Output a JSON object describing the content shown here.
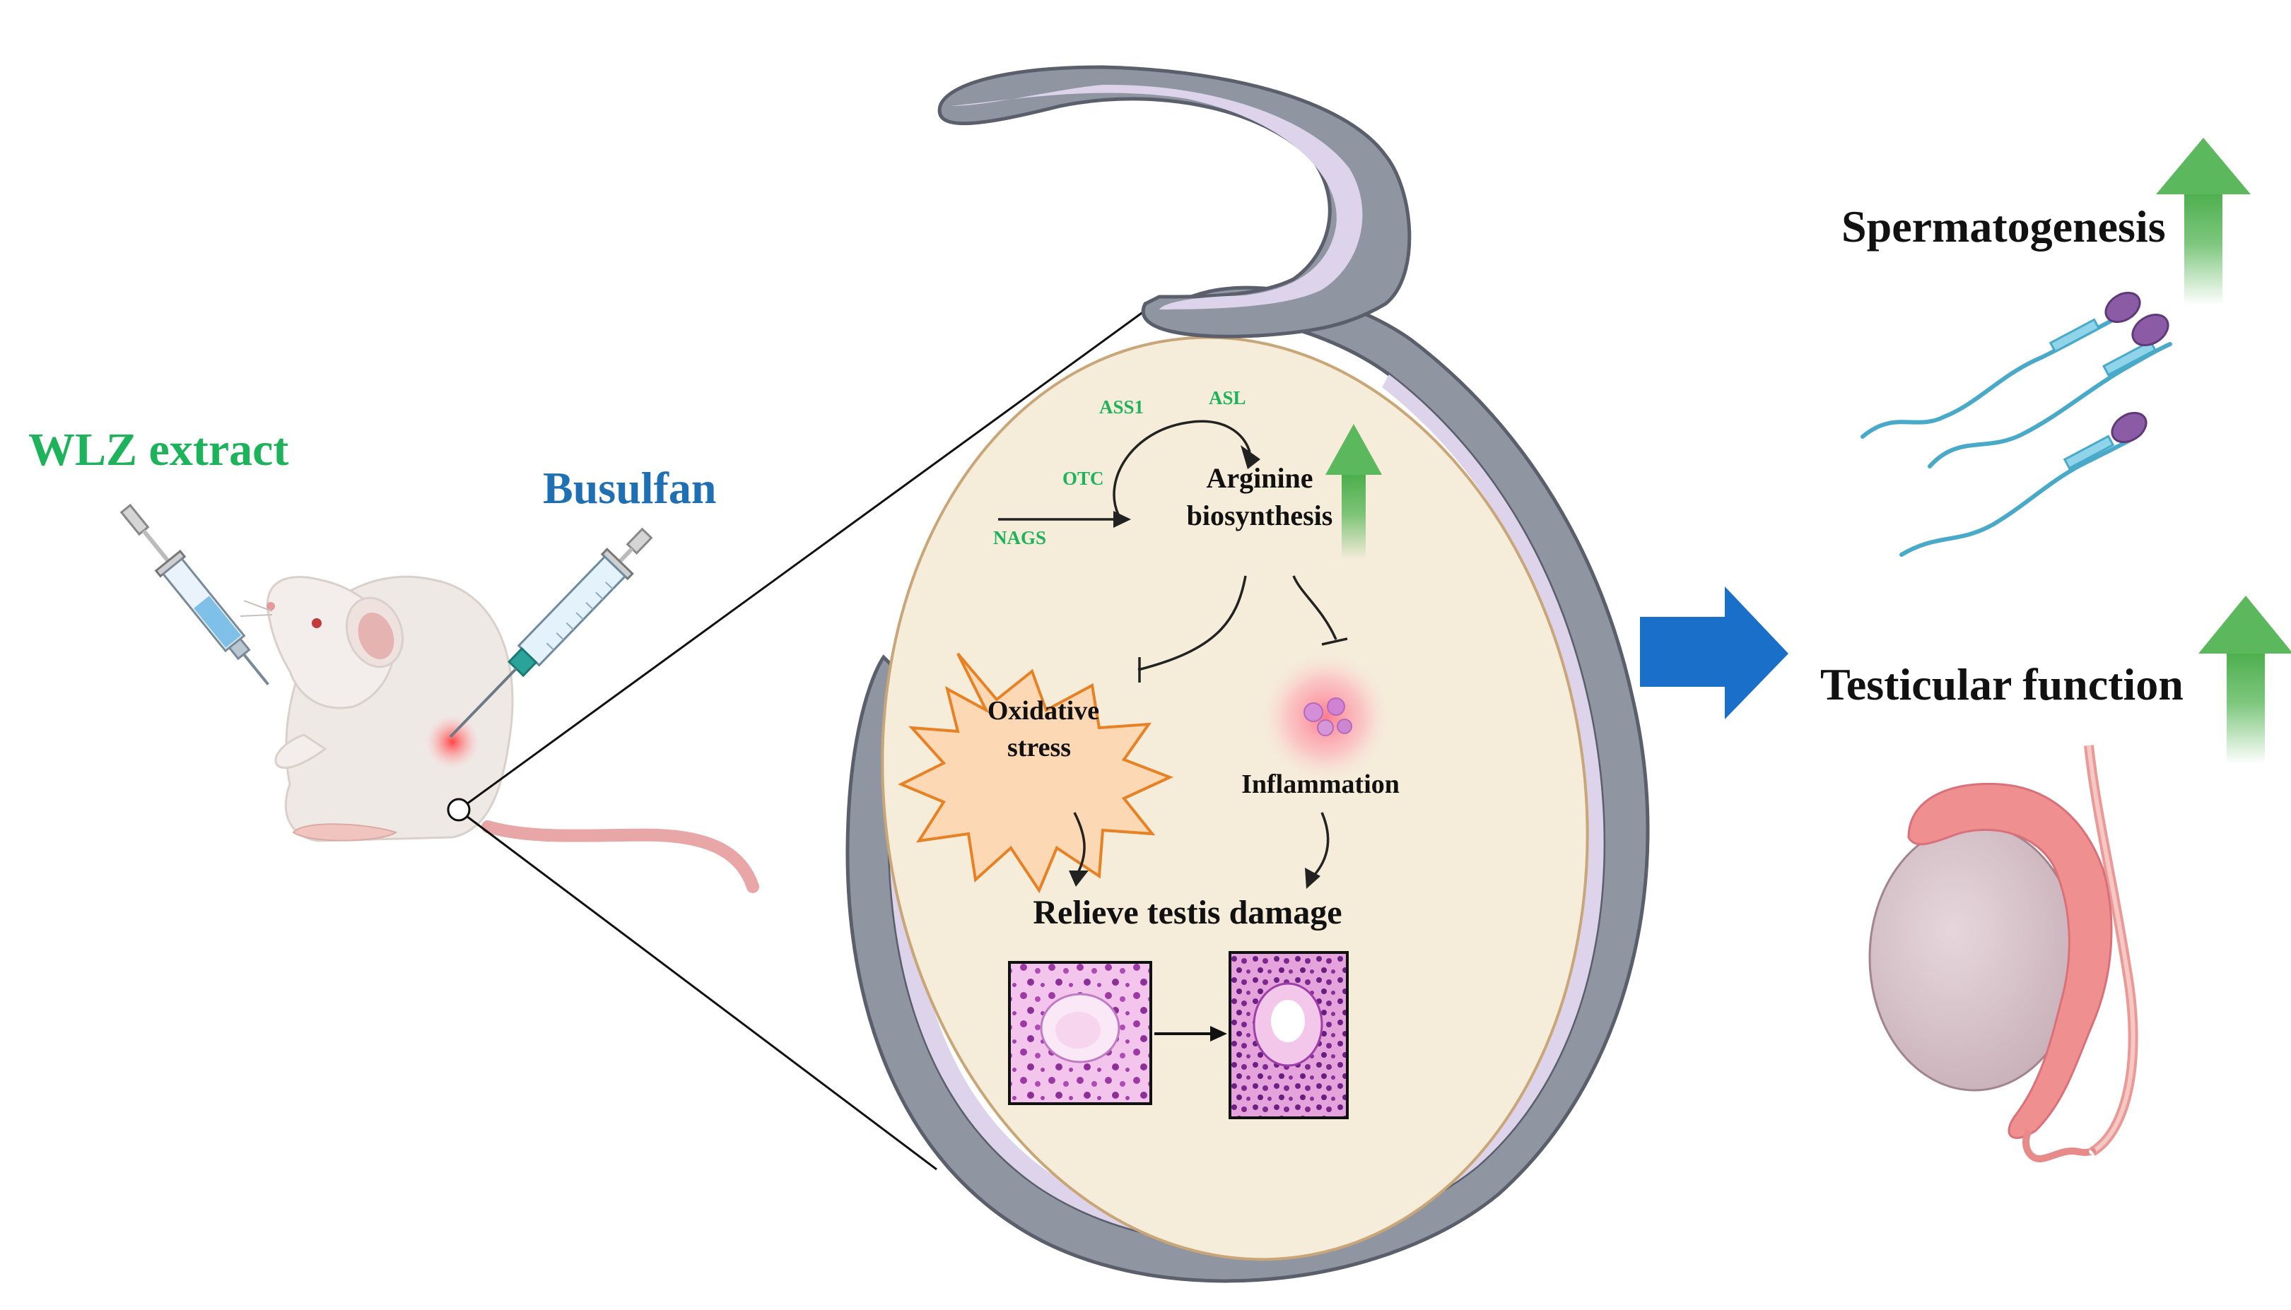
{
  "labels": {
    "wlz_extract": "WLZ extract",
    "busulfan": "Busulfan",
    "enzyme_ass1": "ASS1",
    "enzyme_asl": "ASL",
    "enzyme_otc": "OTC",
    "enzyme_nags": "NAGS",
    "arginine_line1": "Arginine",
    "arginine_line2": "biosynthesis",
    "oxidative_line1": "Oxidative",
    "oxidative_line2": "stress",
    "inflammation": "Inflammation",
    "relieve": "Relieve testis damage",
    "spermatogenesis": "Spermatogenesis",
    "testicular_function": "Testicular function"
  },
  "colors": {
    "green_text": "#1db35a",
    "blue_text": "#1f6fb4",
    "up_arrow_green": "#5cb85c",
    "big_arrow_blue": "#1a6fc9",
    "testis_fill": "#f6ecd9",
    "tunica_gray": "#8e96a3",
    "tunica_lilac": "#ddd3ea",
    "sperm_head": "#8b5ca5",
    "sperm_tail": "#49a9c9",
    "he_stain": "#c85ab8"
  }
}
